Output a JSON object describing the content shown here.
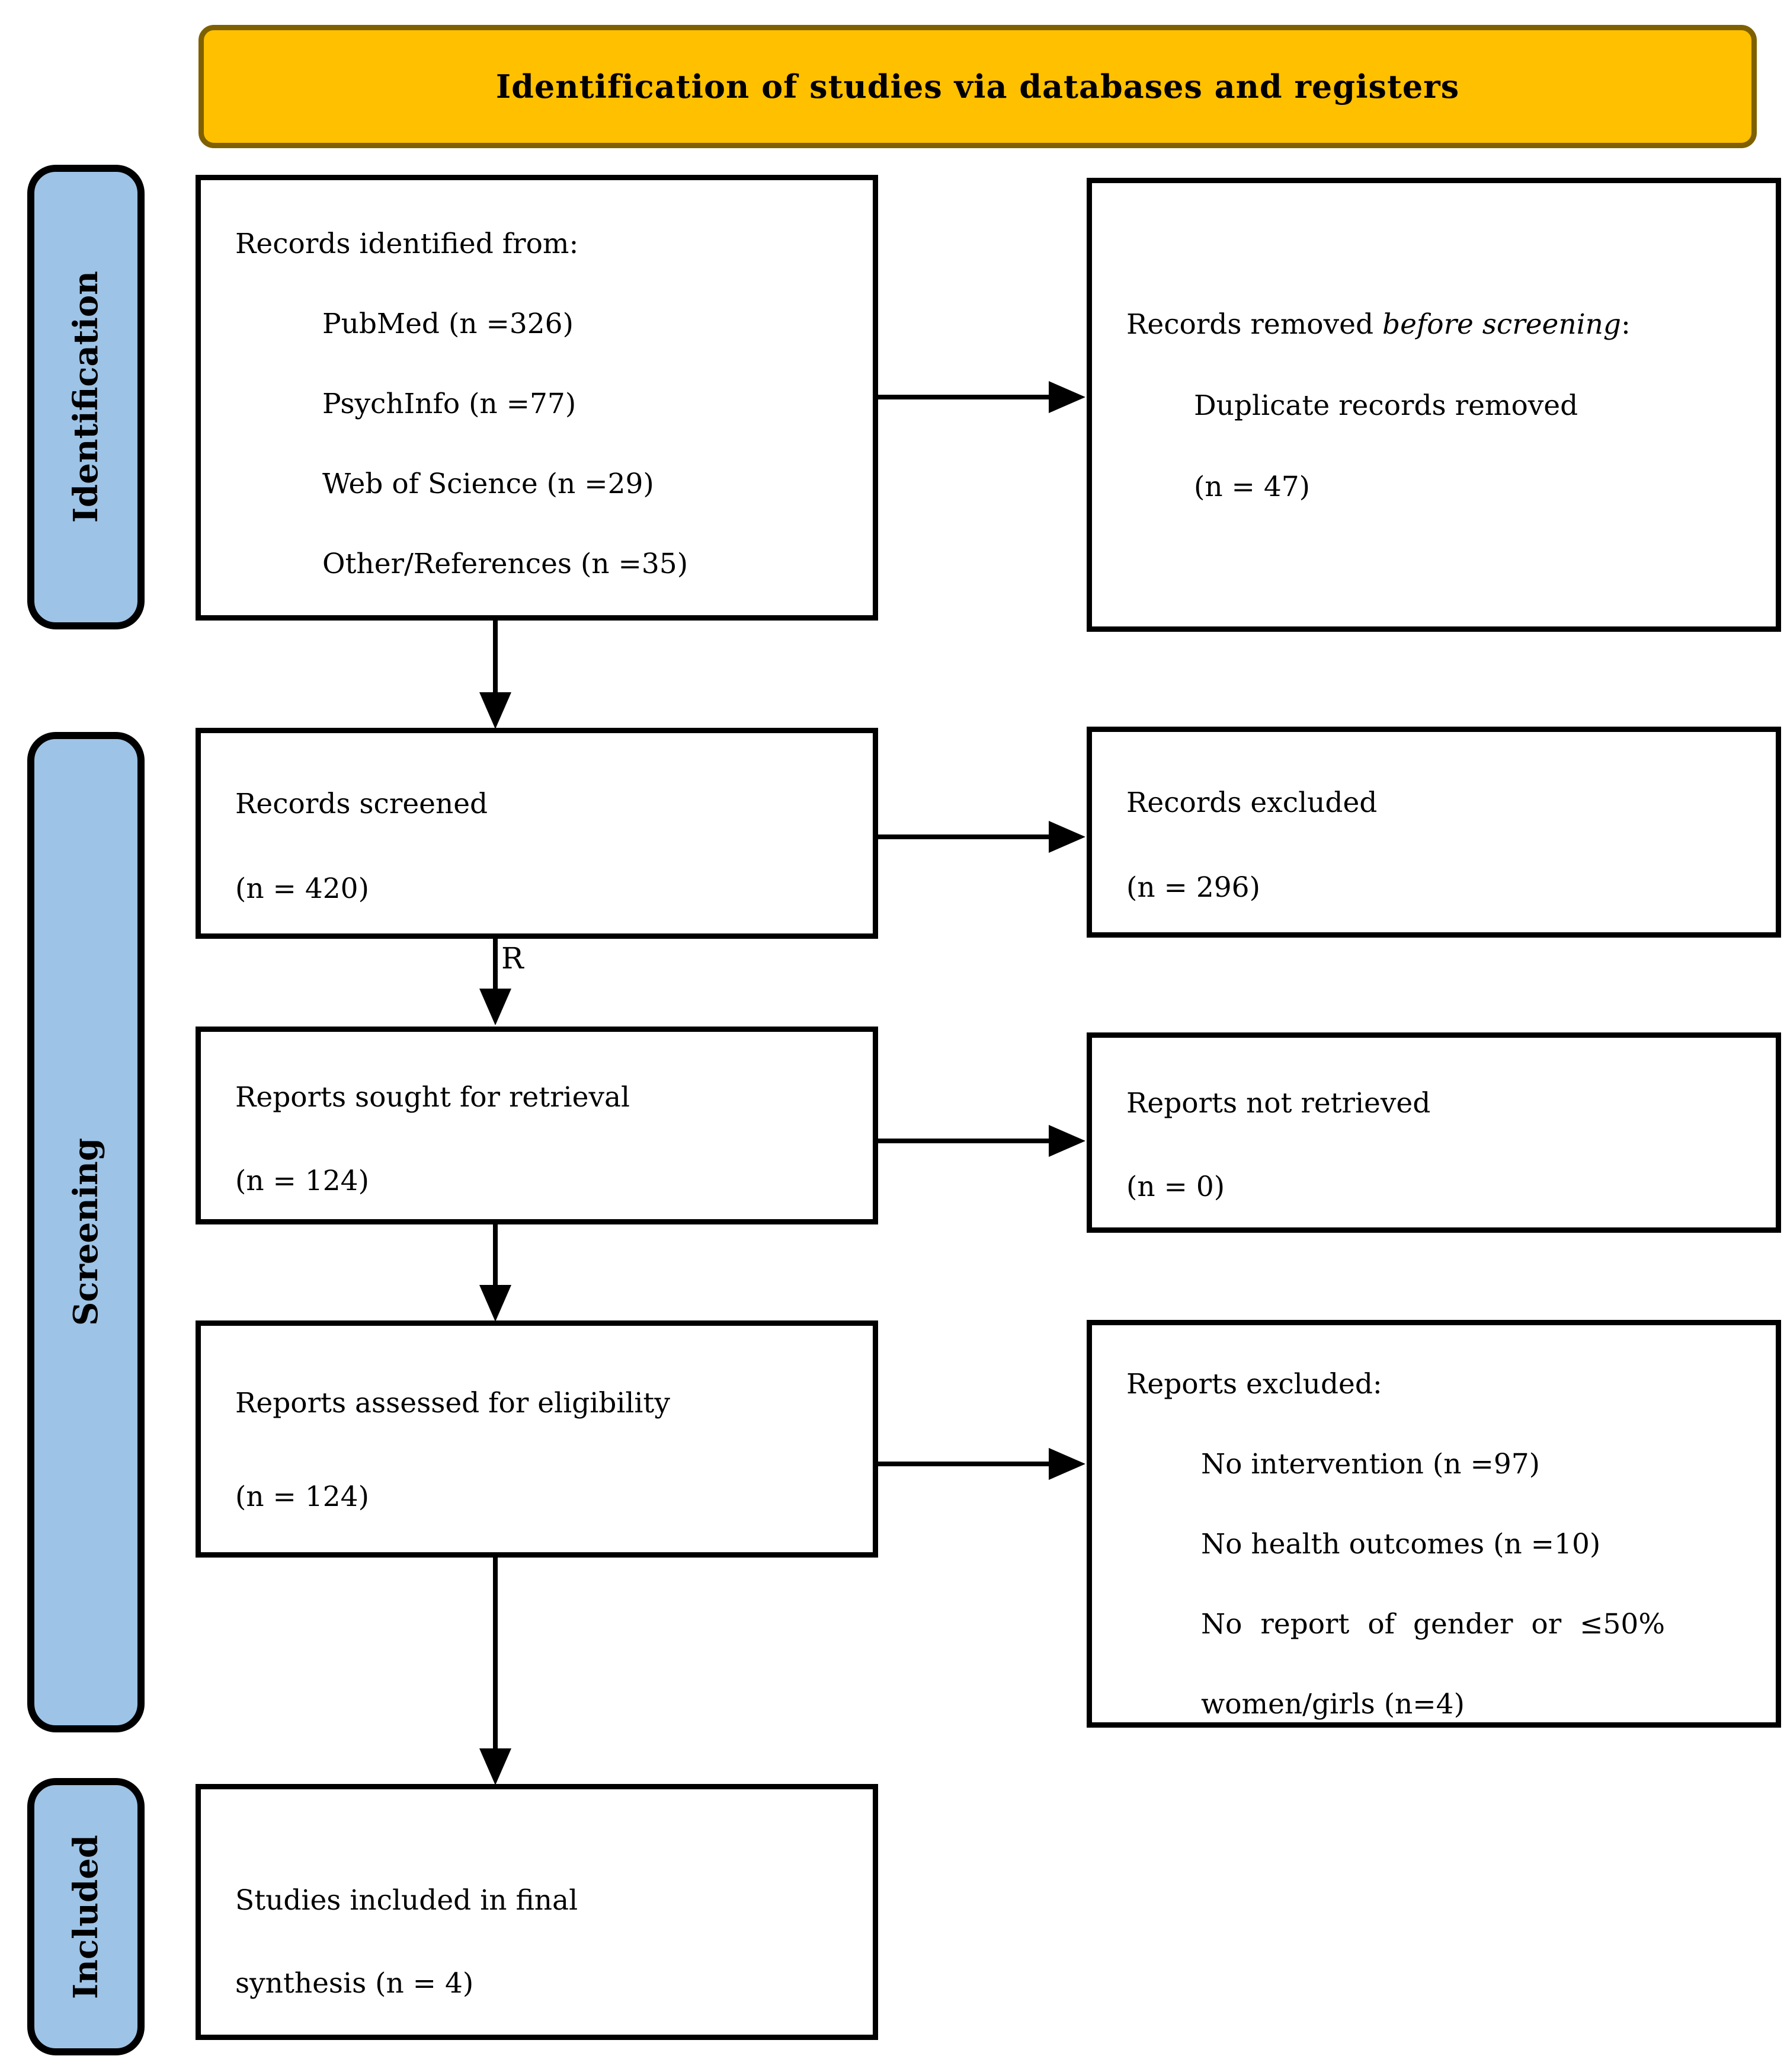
{
  "colors": {
    "header_bg": "#FFC000",
    "header_border": "#7F6000",
    "sidebar_bg": "#9DC3E6",
    "sidebar_border": "#000000",
    "box_border": "#000000",
    "box_bg": "#FFFFFF",
    "arrow": "#000000",
    "text": "#000000"
  },
  "header": {
    "title": "Identification of studies via databases and registers"
  },
  "sidebar_labels": {
    "identification": "Identification",
    "screening": "Screening",
    "included": "Included"
  },
  "boxes": {
    "records_identified": {
      "title": "Records identified from:",
      "items": [
        "PubMed (n =326)",
        "PsychInfo (n =77)",
        "Web of Science (n =29)",
        "Other/References (n =35)"
      ]
    },
    "records_removed": {
      "title_prefix": "Records removed ",
      "title_italic": "before screening",
      "title_suffix": ":",
      "items": [
        "Duplicate records removed",
        "(n = 47)"
      ]
    },
    "records_screened": {
      "line1": "Records screened",
      "line2": "(n = 420)"
    },
    "records_excluded": {
      "line1": "Records excluded",
      "line2": "(n = 296)"
    },
    "reports_sought": {
      "line1": "Reports sought for retrieval",
      "line2": "(n = 124)"
    },
    "reports_not_retrieved": {
      "line1": "Reports not retrieved",
      "line2": "(n = 0)"
    },
    "reports_assessed": {
      "line1": "Reports assessed for eligibility",
      "line2": "(n = 124)"
    },
    "reports_excluded": {
      "title": "Reports excluded:",
      "items": [
        "No intervention (n =97)",
        "No health outcomes (n =10)",
        "No report of gender or ≤50%",
        "women/girls (n=4)"
      ]
    },
    "studies_included": {
      "line1": "Studies included in final",
      "line2": "synthesis (n = 4)"
    }
  },
  "annotations": {
    "arrow_label": "R"
  }
}
